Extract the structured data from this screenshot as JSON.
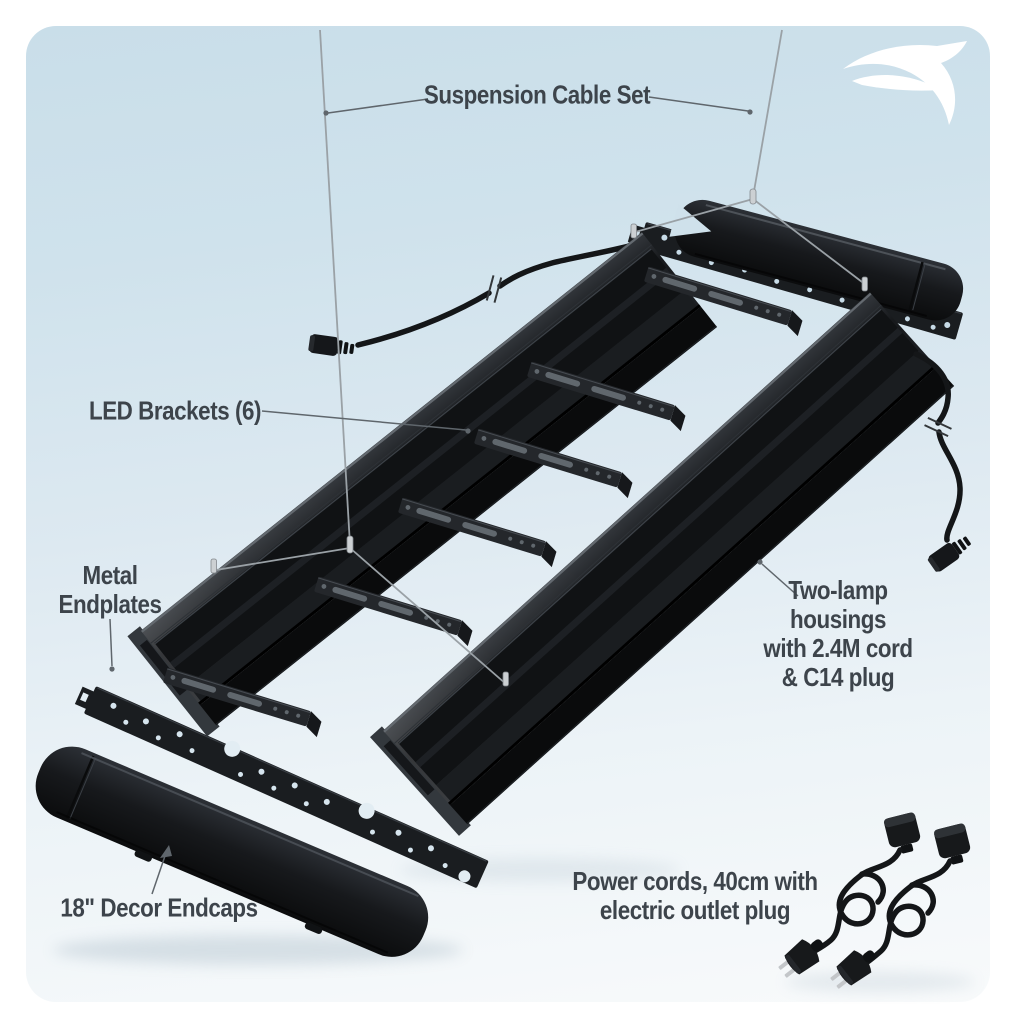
{
  "brand": {
    "logo_icon": "swoosh-bird-logo",
    "logo_color": "#ffffff"
  },
  "colors": {
    "page_background": "#ffffff",
    "card_gradient_top": "#c9dee9",
    "card_gradient_bottom": "#f8fafb",
    "label_text": "#3d444b",
    "hardware_black": "#17191c",
    "cable_silver": "#9aa1a6",
    "leader_line": "#5f666c"
  },
  "labels": {
    "suspension_cable_set": "Suspension Cable Set",
    "led_brackets": "LED Brackets (6)",
    "metal_endplates": "Metal\nEndplates",
    "two_lamp_housings": "Two-lamp housings\nwith 2.4M cord & C14 plug",
    "decor_endcaps": "18\" Decor Endcaps",
    "power_cords": "Power cords, 40cm with\nelectric outlet plug"
  }
}
